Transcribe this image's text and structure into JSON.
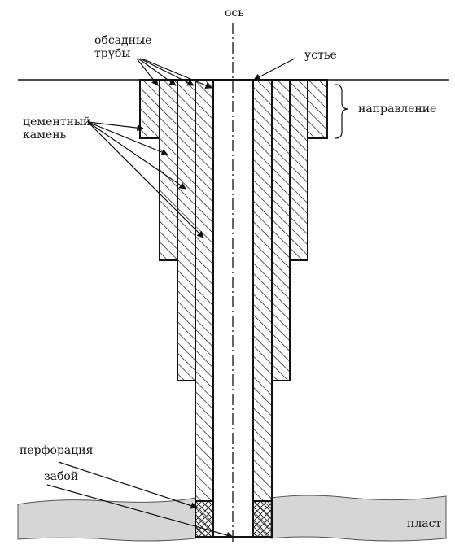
{
  "labels": {
    "axis": "ось",
    "casing_line1": "обсадные",
    "casing_line2": "трубы",
    "wellhead": "устье",
    "direction": "направление",
    "cement_line1": "цементный",
    "cement_line2": "камень",
    "perforation": "перфорация",
    "bottomhole": "забой",
    "formation": "пласт"
  },
  "colors": {
    "stroke": "#111111",
    "formation_fill": "#d6d6d6",
    "hatch": "#333333",
    "background": "#ffffff"
  }
}
